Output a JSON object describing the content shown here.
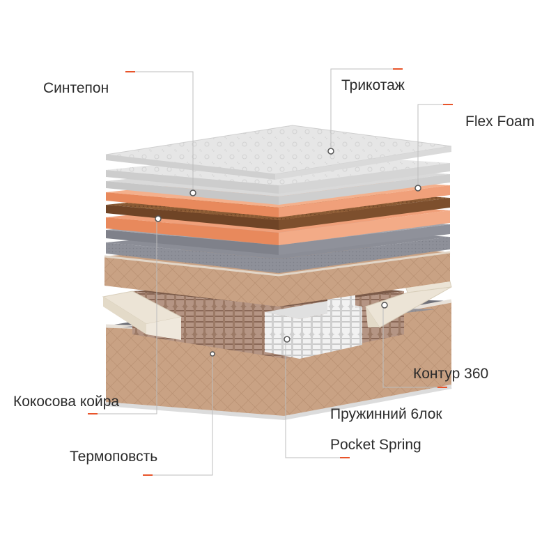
{
  "labels": {
    "sintepon": "Синтепон",
    "trykotazh": "Трикотаж",
    "flex_foam": "Flex Foam",
    "kontur": "Контур 360",
    "kokosova": "Кокосова койра",
    "pruzhynnyi": "Пружинний 6лок",
    "pocket": "Pocket Spring",
    "termopovst": "Термоповсть"
  },
  "colors": {
    "accent": "#e8542a",
    "leader": "#bdbdbd",
    "text": "#2b2b2b",
    "quilt_light": "#e3e3e3",
    "foam_orange": "#f0a07a",
    "coir": "#8a5a34",
    "felt_grey": "#8b8d96",
    "base_tan": "#c9a284",
    "contour_cream": "#ece4d6"
  }
}
